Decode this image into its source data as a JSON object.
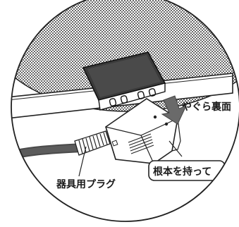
{
  "labels": {
    "underside": "やぐら裏面",
    "hold_at_base": "根本を持って",
    "appliance_plug": "器具用プラグ"
  }
}
